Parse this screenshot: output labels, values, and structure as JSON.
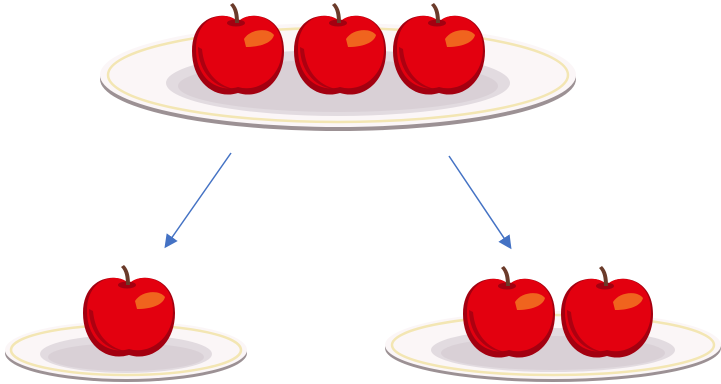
{
  "diagram": {
    "groups": [
      {
        "role": "whole",
        "apple_count": 3
      },
      {
        "role": "part-left",
        "apple_count": 1
      },
      {
        "role": "part-right",
        "apple_count": 2
      }
    ],
    "arrows": [
      {
        "from": "whole",
        "to": "part-left"
      },
      {
        "from": "whole",
        "to": "part-right"
      }
    ]
  },
  "colors": {
    "background": "#ffffff",
    "plate_rim": "#fbf6f7",
    "plate_inner": "#e2dbe0",
    "plate_gold": "#f3e6b3",
    "plate_shadow": "#8d8285",
    "apple_red": "#e3000f",
    "apple_dark": "#a30010",
    "apple_highlight": "#f0641e",
    "apple_stem": "#6b3b2a",
    "arrow": "#4472c4"
  },
  "icons": {
    "plate": "plate-icon",
    "apple": "apple-icon",
    "arrow": "arrow-icon"
  }
}
